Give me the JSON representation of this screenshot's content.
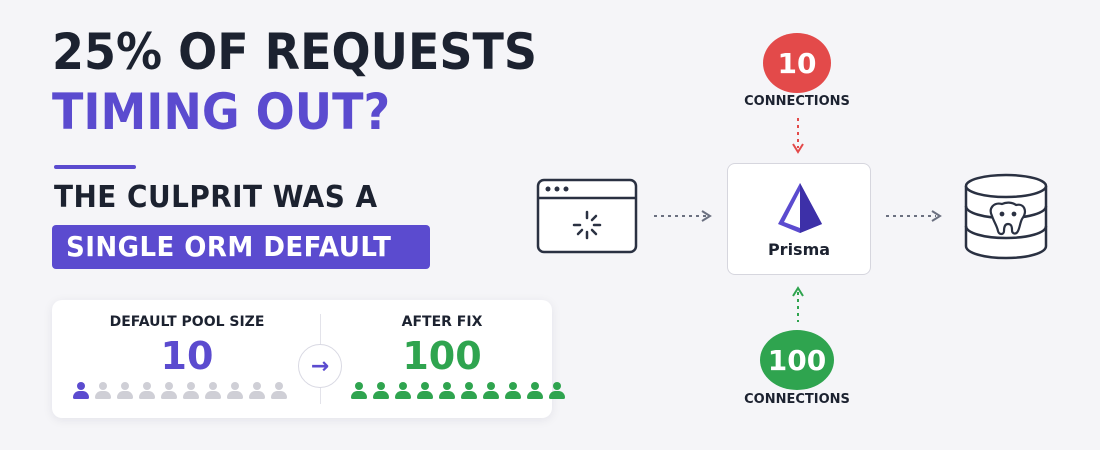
{
  "headline": {
    "line1": "25% OF REQUESTS",
    "line2": "TIMING OUT?"
  },
  "subtitle": {
    "line1": "THE CULPRIT WAS A",
    "highlight": "SINGLE ORM DEFAULT"
  },
  "comparison": {
    "before": {
      "label": "DEFAULT POOL SIZE",
      "value": "10",
      "active_people": 1,
      "total_people": 10
    },
    "after": {
      "label": "AFTER FIX",
      "value": "100",
      "active_people": 10,
      "total_people": 10
    }
  },
  "diagram": {
    "top": {
      "value": "10",
      "label": "CONNECTIONS"
    },
    "bottom": {
      "value": "100",
      "label": "CONNECTIONS"
    },
    "orm_name": "Prisma",
    "icons": [
      "browser-window-icon",
      "prisma-logo-icon",
      "postgres-database-icon"
    ]
  },
  "colors": {
    "purple": "#5b4bcf",
    "dark": "#1c2230",
    "red": "#e34a4a",
    "green": "#2fa44f",
    "grey_person": "#cfcfd6"
  }
}
